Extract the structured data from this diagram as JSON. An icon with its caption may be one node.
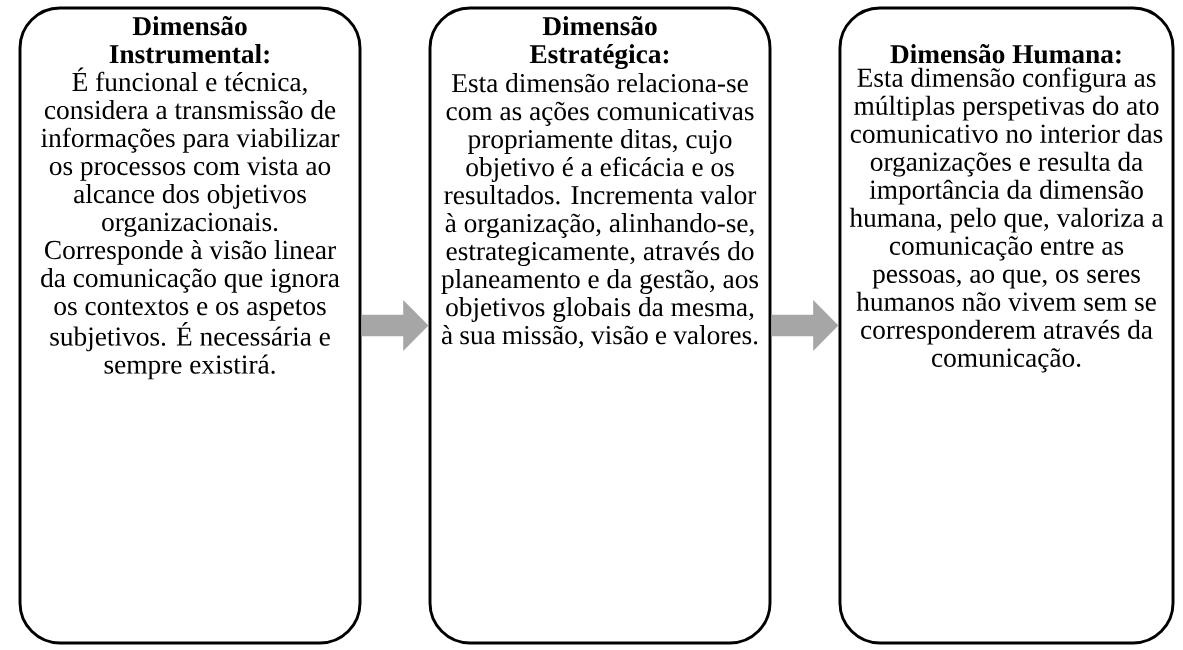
{
  "diagram": {
    "nodes": [
      {
        "text": [
          "Dimensão Instrumental:",
          "É funcional e técnica, considera a transmissão de informações para viabilizar os processos com vista ao alcance dos objetivos organizacionais. Corresponde à visão linear da comunicação que ignora os contextos e os aspetos subjetivos. É necessária e sempre existirá."
        ]
      },
      {
        "text": [
          "Dimensão Estratégica:",
          "Esta dimensão relaciona-se com as ações comunicativas propriamente ditas, cujo objetivo é a eficácia e os resultados. Incrementa valor à organização, alinhando-se, estrategicamente, através do planeamento e da gestão, aos objetivos globais da mesma, à sua missão, visão e valores."
        ]
      },
      {
        "text": [
          "Dimensão Humana:",
          "Esta dimensão configura as múltiplas perspetivas do ato comunicativo no interior das organizações e resulta da importância da dimensão humana, pelo que, valoriza a comunicação entre as pessoas, ao que, os seres humanos não vivem sem se corresponderem através da comunicação."
        ]
      }
    ],
    "edges": [
      {
        "from": 0,
        "to": 1,
        "arrow": "to"
      },
      {
        "from": 1,
        "to": 2,
        "arrow": "to"
      }
    ]
  }
}
